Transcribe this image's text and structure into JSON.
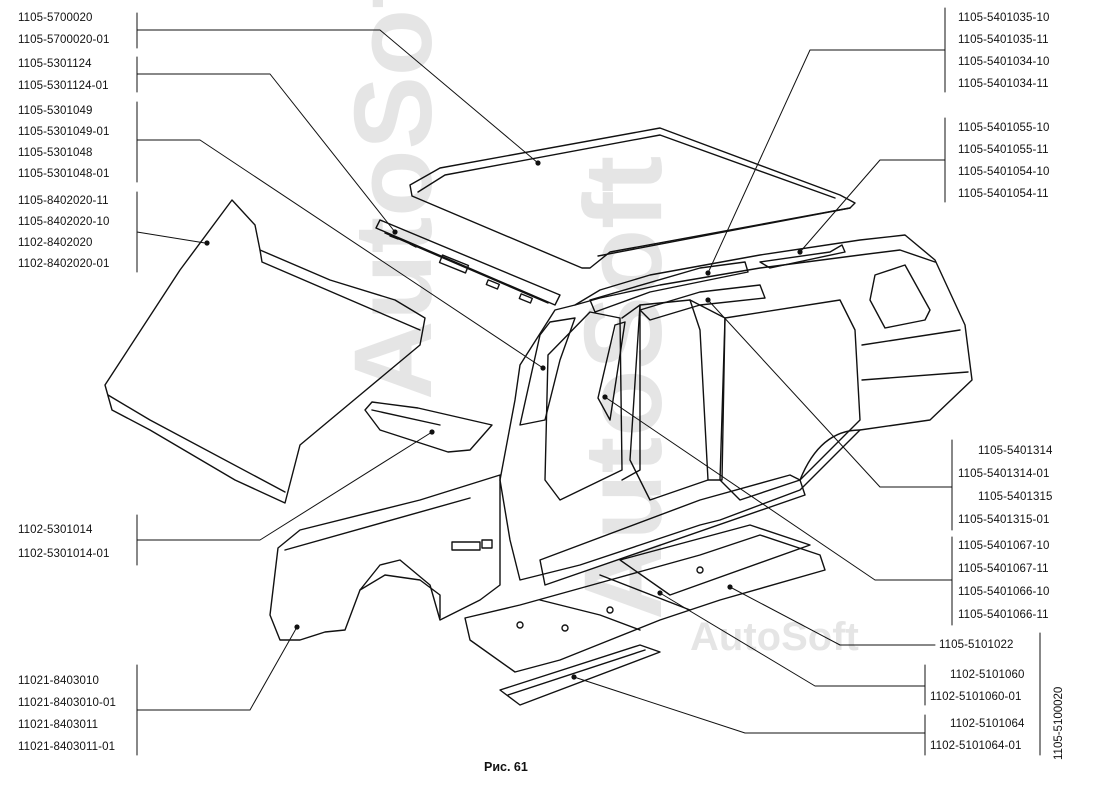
{
  "figure": {
    "caption": "Рис. 61",
    "assembly_number": "1105-5100020",
    "watermark": "AutoSoft"
  },
  "callouts_left": [
    {
      "codes": [
        "1105-5700020",
        "1105-5700020-01"
      ]
    },
    {
      "codes": [
        "1105-5301124",
        "1105-5301124-01"
      ]
    },
    {
      "codes": [
        "1105-5301049",
        "1105-5301049-01",
        "1105-5301048",
        "1105-5301048-01"
      ]
    },
    {
      "codes": [
        "1105-8402020-11",
        "1105-8402020-10",
        "1102-8402020",
        "1102-8402020-01"
      ]
    },
    {
      "codes": [
        "1102-5301014",
        "1102-5301014-01"
      ]
    },
    {
      "codes": [
        "11021-8403010",
        "11021-8403010-01",
        "11021-8403011",
        "11021-8403011-01"
      ]
    }
  ],
  "callouts_right": [
    {
      "codes": [
        "1105-5401035-10",
        "1105-5401035-11",
        "1105-5401034-10",
        "1105-5401034-11"
      ]
    },
    {
      "codes": [
        "1105-5401055-10",
        "1105-5401055-11",
        "1105-5401054-10",
        "1105-5401054-11"
      ]
    },
    {
      "codes": [
        "1105-5401314",
        "1105-5401314-01",
        "1105-5401315",
        "1105-5401315-01"
      ]
    },
    {
      "codes": [
        "1105-5401067-10",
        "1105-5401067-11",
        "1105-5401066-10",
        "1105-5401066-11"
      ]
    },
    {
      "codes": [
        "1105-5101022"
      ]
    },
    {
      "codes": [
        "1102-5101060",
        "1102-5101060-01"
      ]
    },
    {
      "codes": [
        "1102-5101064",
        "1102-5101064-01"
      ]
    }
  ]
}
